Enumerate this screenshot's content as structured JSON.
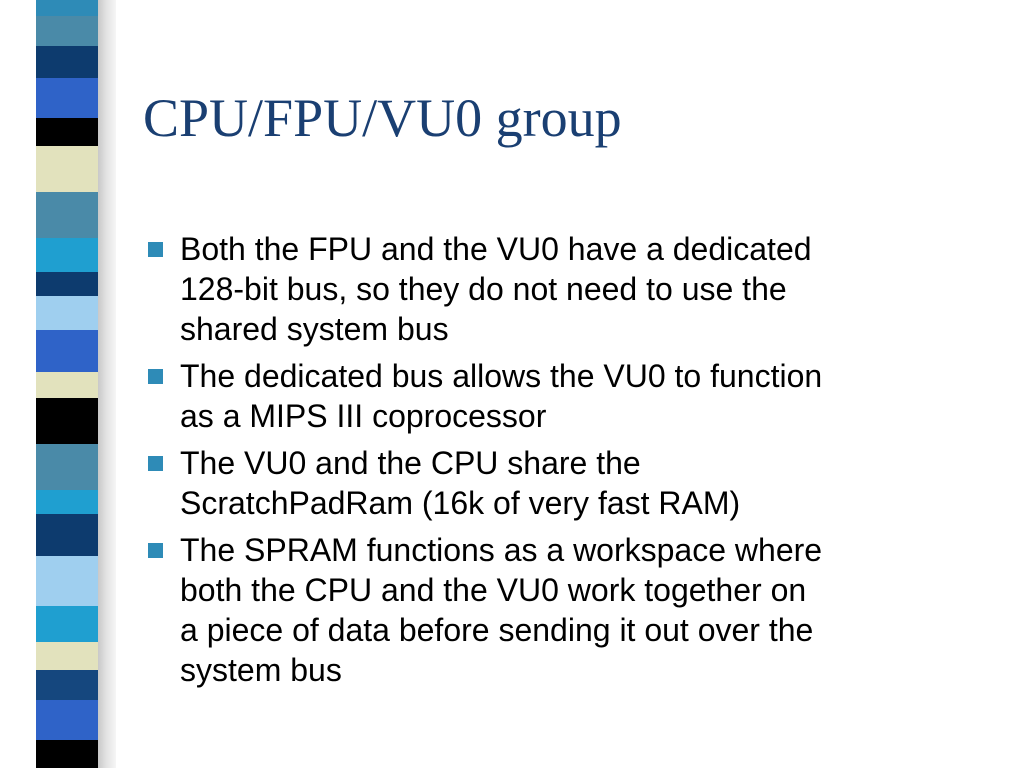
{
  "slide": {
    "title": "CPU/FPU/VU0 group",
    "bullets": [
      {
        "lines": [
          "Both the FPU and the VU0 have a dedicated",
          "128-bit bus, so they do not need to use the",
          "shared system bus"
        ]
      },
      {
        "lines": [
          "The dedicated bus allows the VU0 to function",
          "as a MIPS III coprocessor"
        ]
      },
      {
        "lines": [
          "The VU0 and the CPU share the",
          "ScratchPadRam (16k of very fast RAM)"
        ]
      },
      {
        "lines": [
          "The SPRAM functions as a workspace where",
          "both the CPU and the VU0 work together on",
          "a piece of data before sending it out over the",
          "system bus"
        ]
      }
    ]
  },
  "theme": {
    "title_color": "#1a3f72",
    "bullet_color": "#2e8bb7",
    "stripe_colors": [
      "#2e8bb7",
      "#4a8aa8",
      "#0d3b6e",
      "#2f63c8",
      "#000000",
      "#e2e2bd",
      "#1f9fd0",
      "#9fcfef",
      "#15477e"
    ]
  }
}
